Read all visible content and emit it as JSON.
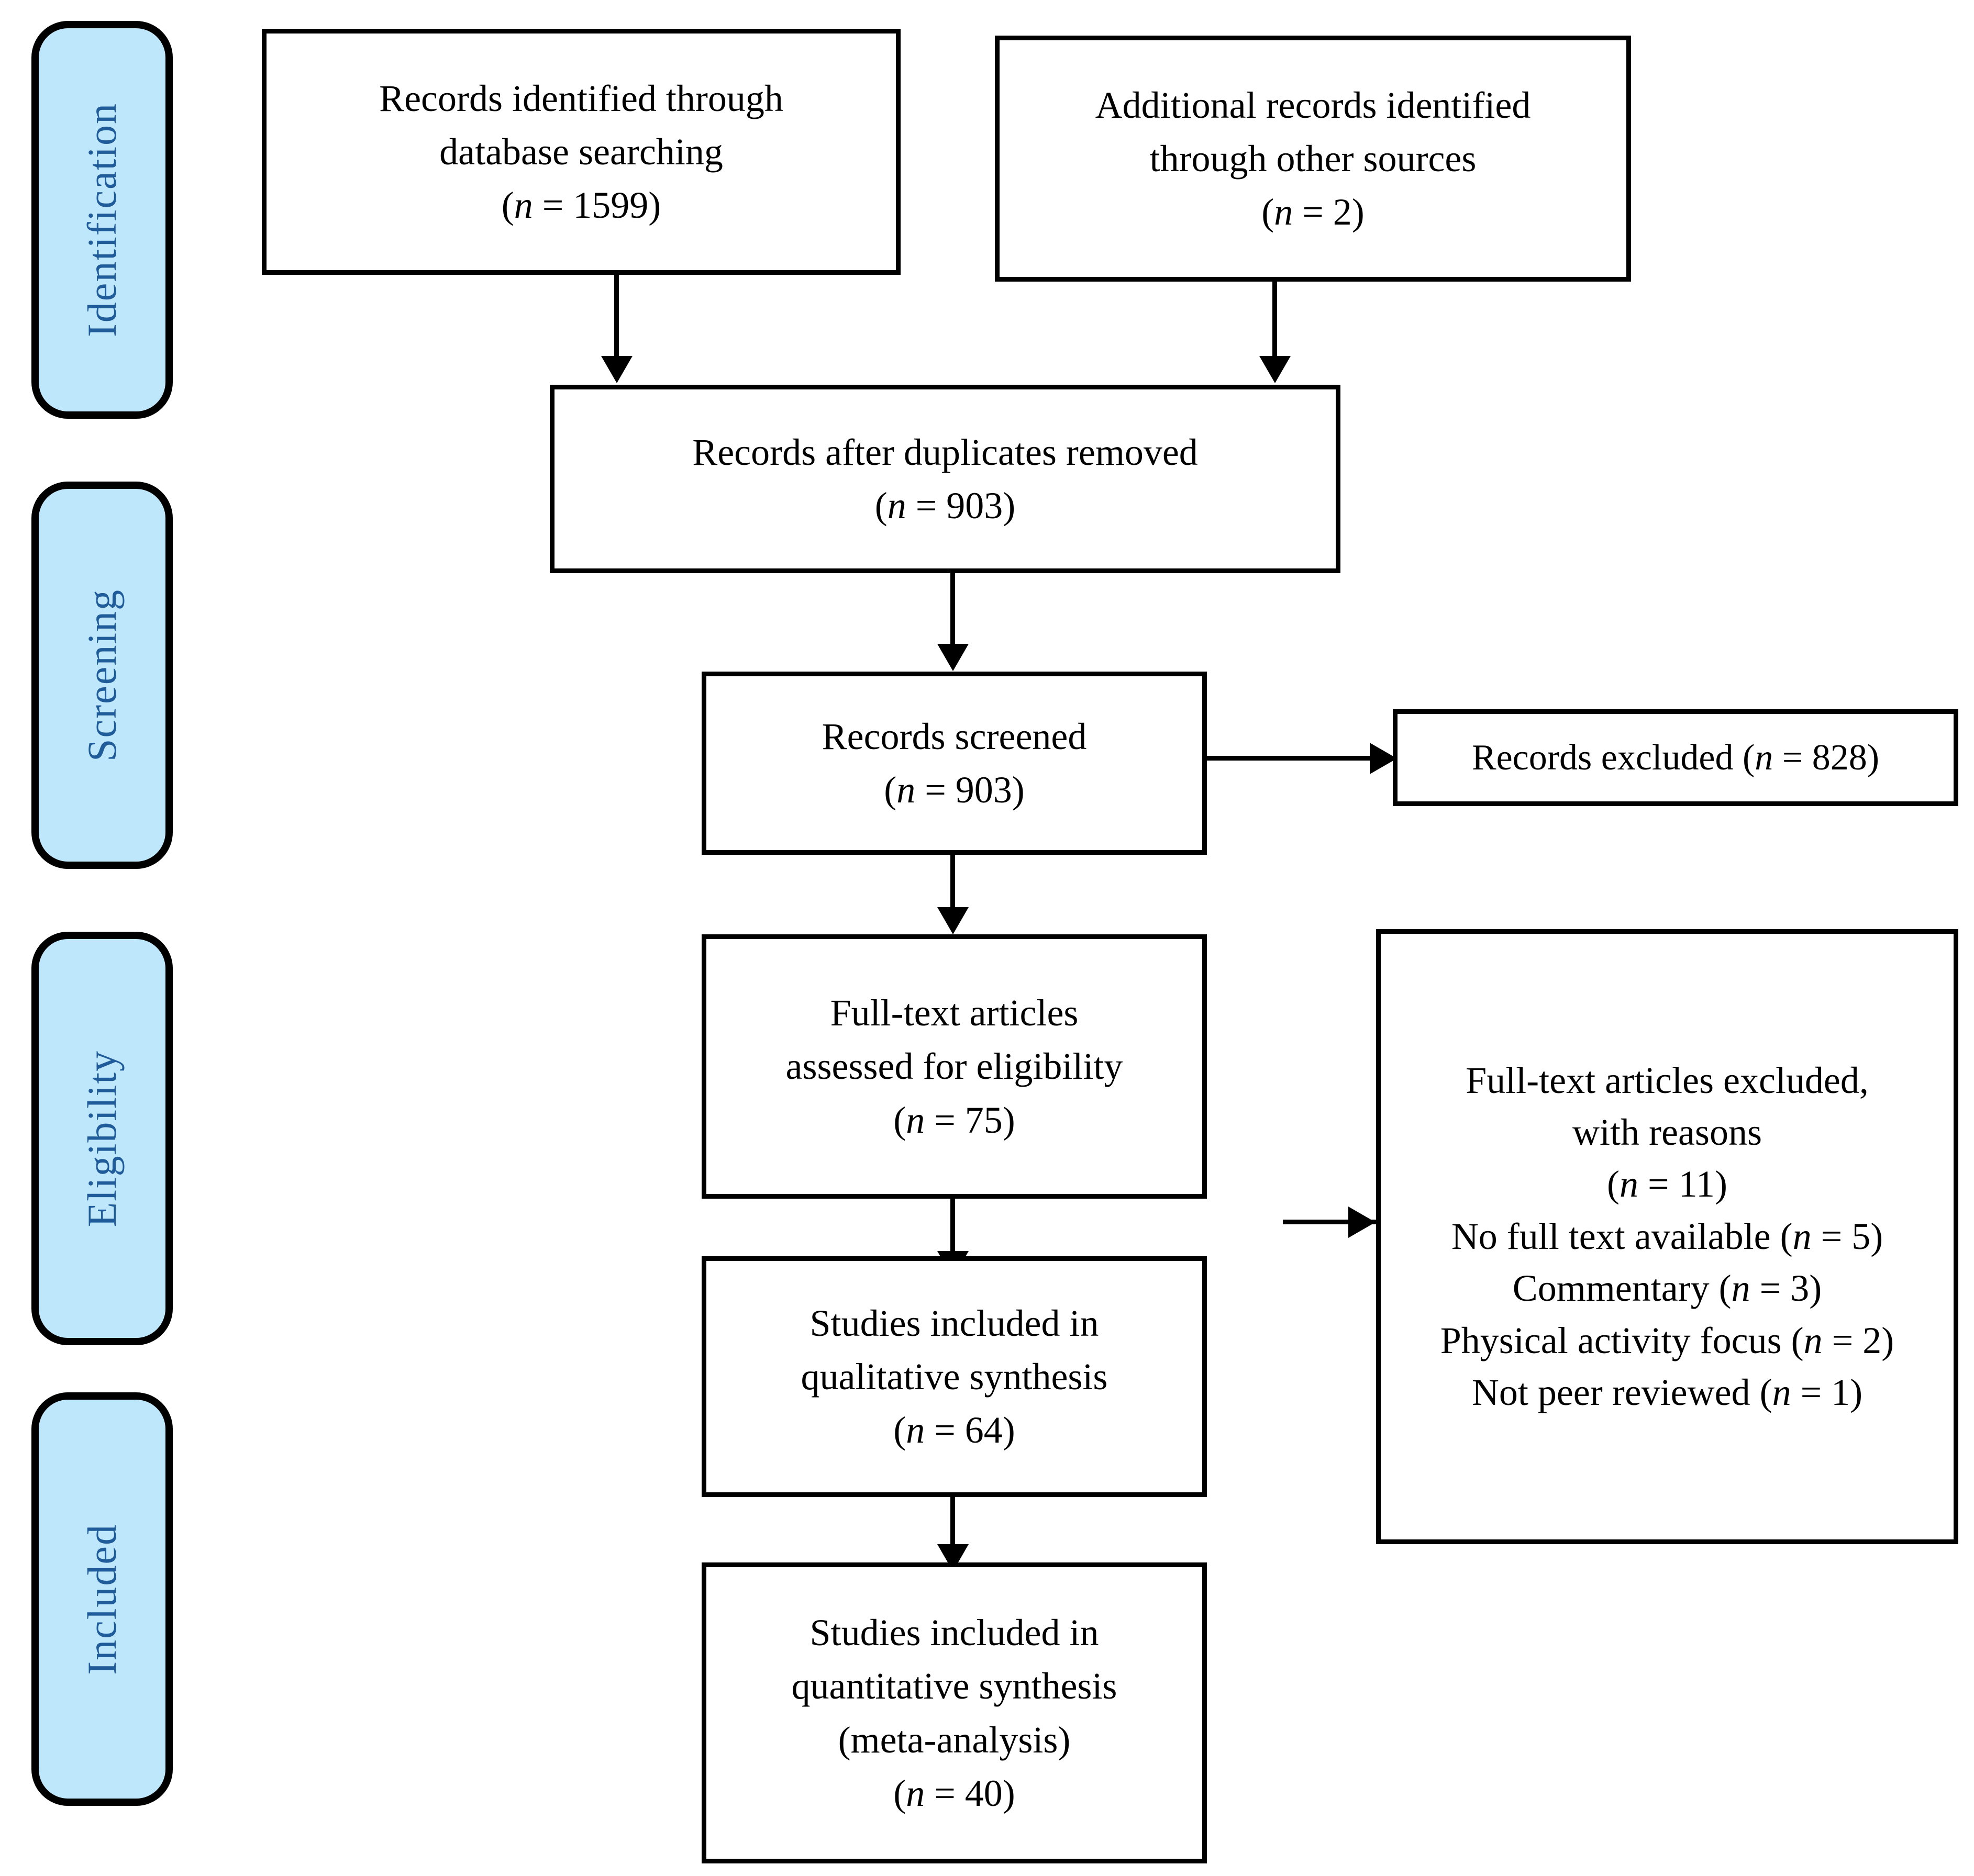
{
  "diagram": {
    "type": "prisma-flow-diagram",
    "title": "PRISMA flow diagram",
    "accent_color": "#BFE7FB",
    "label_color": "#1F5C99",
    "line_color": "#000000",
    "box_fill": "#FFFFFF"
  },
  "phases": [
    {
      "id": "identification",
      "label": "Identification"
    },
    {
      "id": "screening",
      "label": "Screening"
    },
    {
      "id": "eligibility",
      "label": "Eligibility"
    },
    {
      "id": "included",
      "label": "Included"
    }
  ],
  "nodes": {
    "database_records": {
      "lines": [
        "Records identified through",
        "database searching"
      ],
      "count_prefix": "(",
      "count_n": "n",
      "count_eq": " = ",
      "count_value": "1599",
      "count_suffix": ")",
      "count_text": "(n = 1599)"
    },
    "other_records": {
      "lines": [
        "Additional records identified",
        "through other sources"
      ],
      "count_value": "2",
      "count_text": "(n = 2)"
    },
    "after_duplicates": {
      "lines": [
        "Records after duplicates removed"
      ],
      "count_value": "903",
      "count_text": "(n = 903)"
    },
    "records_screened": {
      "lines": [
        "Records screened"
      ],
      "count_value": "903",
      "count_text": "(n = 903)"
    },
    "records_excluded": {
      "lead": "Records excluded (",
      "count_n": "n",
      "count_value": " = 828",
      "tail": ")",
      "full_text": "Records excluded (n = 828)"
    },
    "fulltext_assessed": {
      "lines": [
        "Full-text articles",
        "assessed for eligibility"
      ],
      "count_value": "75",
      "count_text": "(n = 75)"
    },
    "fulltext_excluded": {
      "lines": [
        "Full-text articles excluded,",
        "with reasons"
      ],
      "count_value": "11",
      "count_text": "(n = 11)",
      "reasons": [
        {
          "label": "No full text available",
          "n": "5",
          "text": "No full text available (n = 5)"
        },
        {
          "label": "Commentary",
          "n": "3",
          "text": "Commentary (n = 3)"
        },
        {
          "label": "Physical activity focus",
          "n": "2",
          "text": "Physical activity focus (n = 2)"
        },
        {
          "label": "Not peer reviewed",
          "n": "1",
          "text": "Not peer reviewed (n = 1)"
        }
      ]
    },
    "qualitative_synthesis": {
      "lines": [
        "Studies included in",
        "qualitative synthesis"
      ],
      "count_value": "64",
      "count_text": "(n = 64)"
    },
    "quantitative_synthesis": {
      "lines": [
        "Studies included in",
        "quantitative synthesis",
        "(meta-analysis)"
      ],
      "count_value": "40",
      "count_text": "(n = 40)"
    }
  }
}
